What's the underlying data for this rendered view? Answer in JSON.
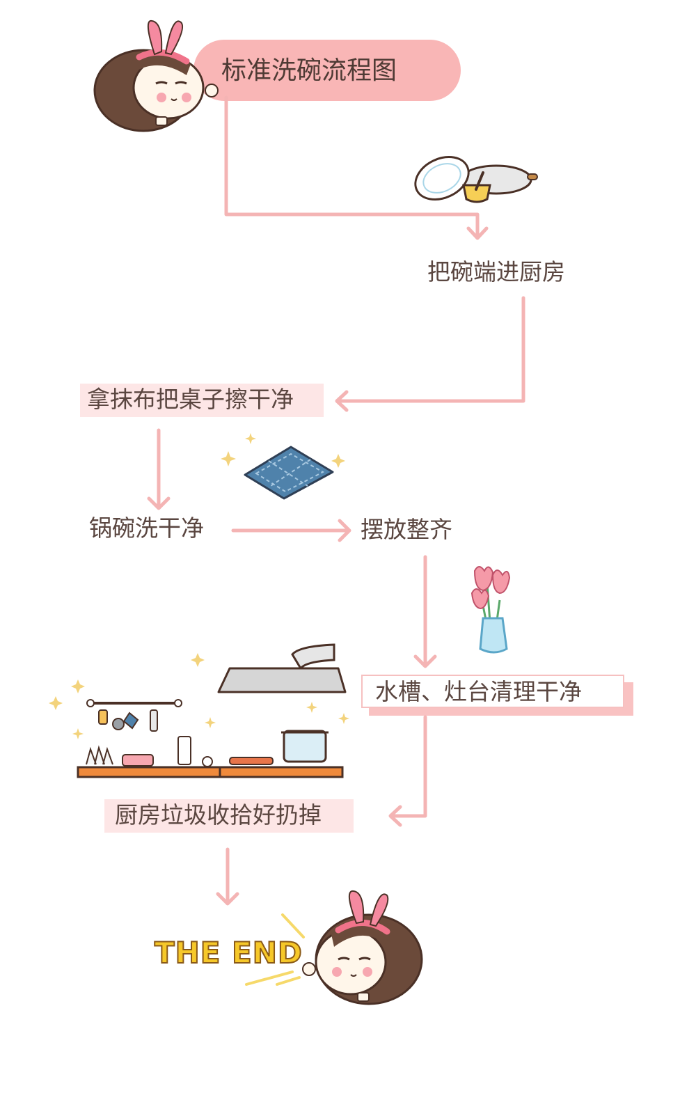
{
  "diagram": {
    "title": "标准洗碗流程图",
    "steps": [
      "把碗端进厨房",
      "拿抹布把桌子擦干净",
      "锅碗洗干净",
      "摆放整齐",
      "水槽、灶台清理干净",
      "厨房垃圾收拾好扔掉"
    ],
    "ending": "THE END"
  },
  "colors": {
    "arrow": "#f4b4b4",
    "title_pill": "#f9b6b6",
    "label_highlight": "#fde6e6",
    "text": "#5a4640",
    "the_end_fill": "#f6c829"
  },
  "icons": [
    "girl-mascot-icon",
    "dishes-pan-bowl-icon",
    "dishcloth-icon",
    "tulip-vase-icon",
    "kitchen-counter-icon",
    "range-hood-icon",
    "sparkle-icon"
  ]
}
